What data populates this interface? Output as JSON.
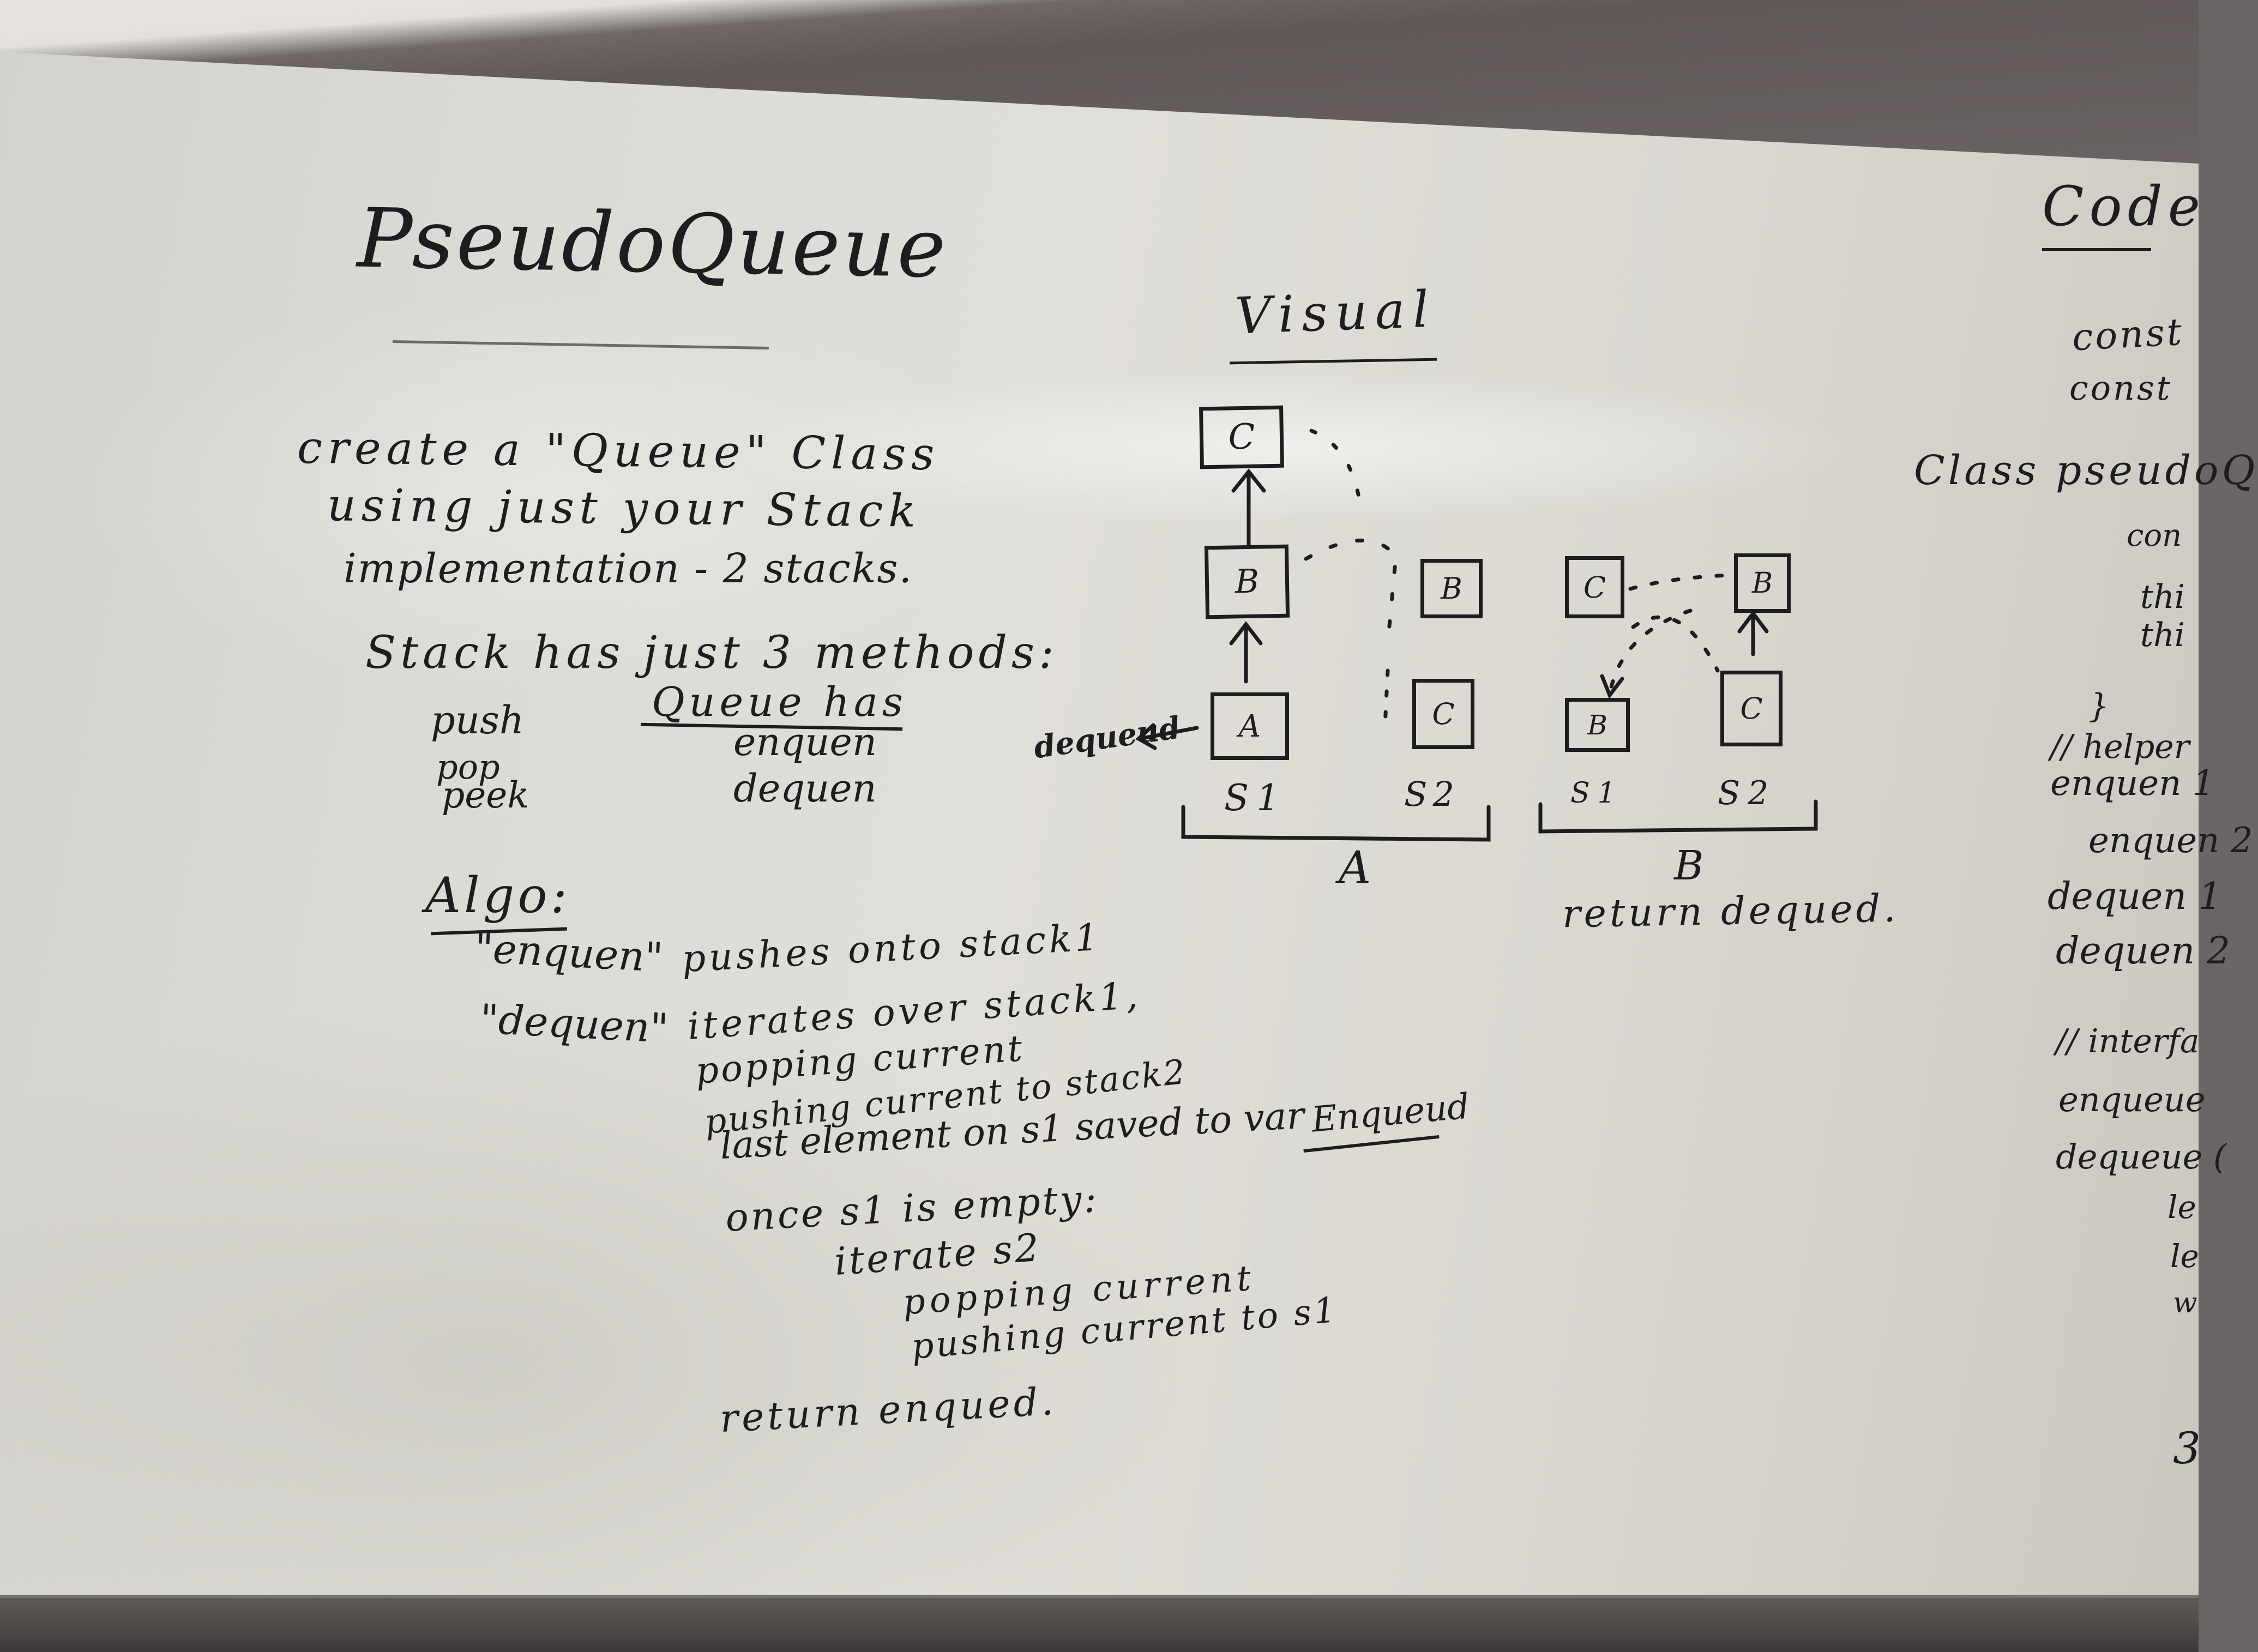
{
  "board": {
    "title": "PseudoQueue",
    "problem": [
      "create a \"Queue\" Class",
      "using just your Stack",
      "implementation - 2 stacks."
    ],
    "stack_intro": "Stack has just 3 methods:",
    "stack_methods": [
      "push",
      "pop",
      "peek"
    ],
    "queue_heading": "Queue has",
    "queue_methods": [
      "enquen",
      "dequen"
    ],
    "algo": {
      "heading": "Algo:",
      "enqueue_label": "\"enquen\"",
      "enqueue_desc": "pushes onto stack1",
      "dequeue_label": "\"dequen\"",
      "dequeue_lines": [
        "iterates over stack1,",
        "popping current",
        "pushing current to stack2",
        "last element on s1 saved to var",
        "once s1 is empty:",
        "iterate s2",
        "popping current",
        "pushing current to s1",
        "return enqued."
      ],
      "var_name": "Enqueud"
    },
    "visual": {
      "heading": "Visual",
      "dequeued_label": "dequeud",
      "panel_a": {
        "boxes": [
          "C",
          "B",
          "A",
          "B",
          "C"
        ],
        "stack_labels": [
          "S1",
          "S2"
        ],
        "caption": "A"
      },
      "panel_b": {
        "boxes": [
          "C",
          "B",
          "B",
          "C"
        ],
        "stack_labels": [
          "S1",
          "S2"
        ],
        "caption": "B",
        "note": "return dequed."
      }
    },
    "code": {
      "heading": "Code",
      "lines": [
        "const",
        "const",
        "Class pseudoQ",
        "con",
        "thi",
        "thi",
        "}",
        "// helper",
        "enquen 1",
        "enquen 2",
        "dequen 1",
        "dequen 2",
        "// interfa",
        "enqueue",
        "dequeue (",
        "le",
        "le",
        "w",
        "3"
      ]
    }
  }
}
